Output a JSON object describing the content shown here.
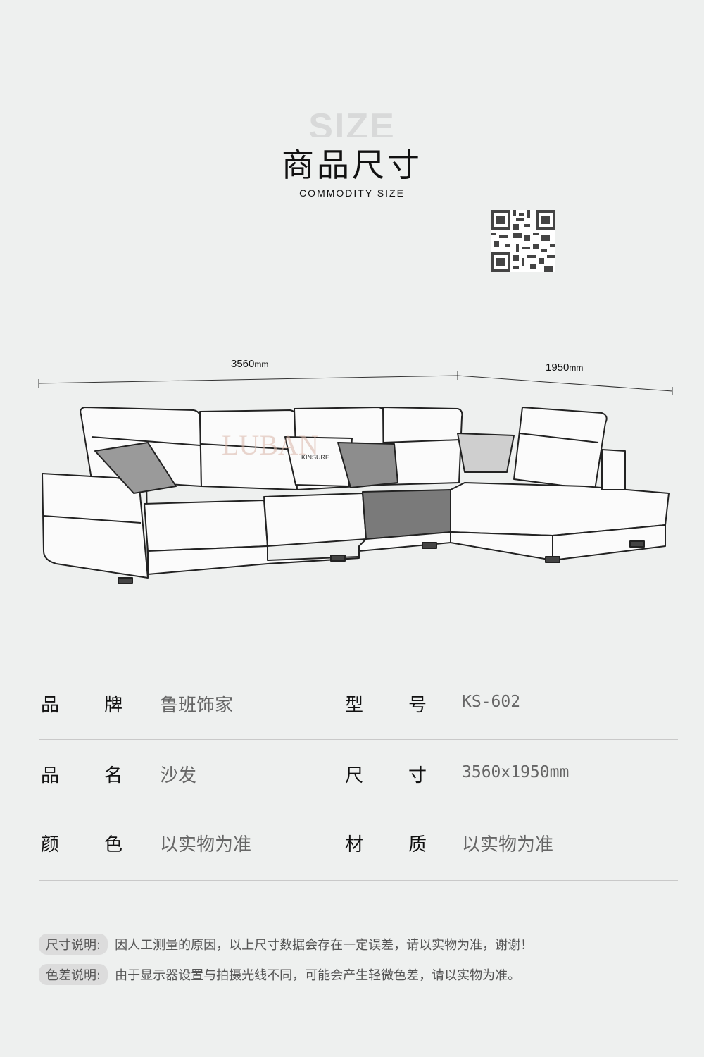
{
  "header": {
    "bg_word": "SIZE",
    "title": "商品尺寸",
    "subtitle": "COMMODITY SIZE"
  },
  "qr": {
    "icon": "qr-code-icon"
  },
  "dimensions": {
    "length_value": "3560",
    "length_unit": "mm",
    "depth_value": "1950",
    "depth_unit": "mm"
  },
  "product_image": {
    "watermark": "LUBAN",
    "pillow_label": "KINSURE"
  },
  "specs": [
    {
      "label_a1": "品",
      "label_a2": "牌",
      "value_a": "鲁班饰家",
      "label_b1": "型",
      "label_b2": "号",
      "value_b": "KS-602"
    },
    {
      "label_a1": "品",
      "label_a2": "名",
      "value_a": "沙发",
      "label_b1": "尺",
      "label_b2": "寸",
      "value_b": "3560x1950mm"
    },
    {
      "label_a1": "颜",
      "label_a2": "色",
      "value_a": "以实物为准",
      "label_b1": "材",
      "label_b2": "质",
      "value_b": "以实物为准"
    }
  ],
  "notes": [
    {
      "tag": "尺寸说明:",
      "text": "因人工测量的原因，以上尺寸数据会存在一定误差，请以实物为准，谢谢！"
    },
    {
      "tag": "色差说明:",
      "text": "由于显示器设置与拍摄光线不同，可能会产生轻微色差，请以实物为准。"
    }
  ],
  "colors": {
    "background": "#eef0ef",
    "divider": "#c9c9c9",
    "tag_bg": "#dcdcdc"
  }
}
